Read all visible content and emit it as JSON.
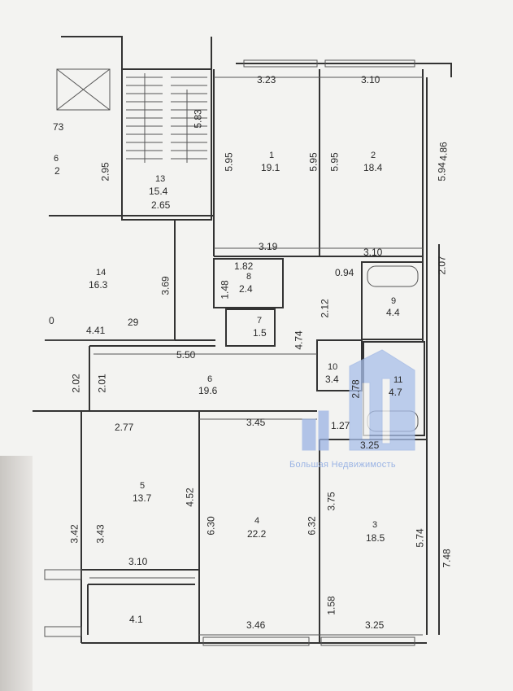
{
  "watermark": {
    "text": "Большая Недвижимость"
  },
  "rooms": [
    {
      "no": "1",
      "area": "19.1"
    },
    {
      "no": "2",
      "area": "18.4"
    },
    {
      "no": "3",
      "area": "18.5"
    },
    {
      "no": "4",
      "area": "22.2"
    },
    {
      "no": "5",
      "area": "13.7"
    },
    {
      "no": "6",
      "area": "19.6"
    },
    {
      "no": "7",
      "area": "1.5"
    },
    {
      "no": "8",
      "area": "2.4"
    },
    {
      "no": "9",
      "area": "4.4"
    },
    {
      "no": "10",
      "area": "3.4"
    },
    {
      "no": "11",
      "area": "4.7"
    },
    {
      "no": "13",
      "area": "15.4"
    },
    {
      "no": "14",
      "area": "16.3"
    },
    {
      "no": "6",
      "area": "2"
    }
  ],
  "dimensions": {
    "d323": "3.23",
    "d310a": "3.10",
    "d486": "4.86",
    "d595a": "5.95",
    "d595b": "5.95",
    "d595c": "5.95",
    "d594": "5.94",
    "d583": "5.83",
    "d295": "2.95",
    "d73": "73",
    "d265": "2.65",
    "d319": "3.19",
    "d310b": "3.10",
    "d207": "2.07",
    "d182": "1.82",
    "d094": "0.94",
    "d148": "1.48",
    "d369": "3.69",
    "d212": "2.12",
    "d474": "4.74",
    "d0": "0",
    "d441": "4.41",
    "d29": "29",
    "d550": "5.50",
    "d202": "2.02",
    "d201": "2.01",
    "d278": "2.78",
    "d277": "2.77",
    "d345": "3.45",
    "d127": "1.27",
    "d325a": "3.25",
    "d452": "4.52",
    "d630": "6.30",
    "d632": "6.32",
    "d375": "3.75",
    "d574": "5.74",
    "d748": "7.48",
    "d342": "3.42",
    "d343": "3.43",
    "d310c": "3.10",
    "d158": "1.58",
    "d41": "4.1",
    "d346": "3.46",
    "d325b": "3.25"
  }
}
